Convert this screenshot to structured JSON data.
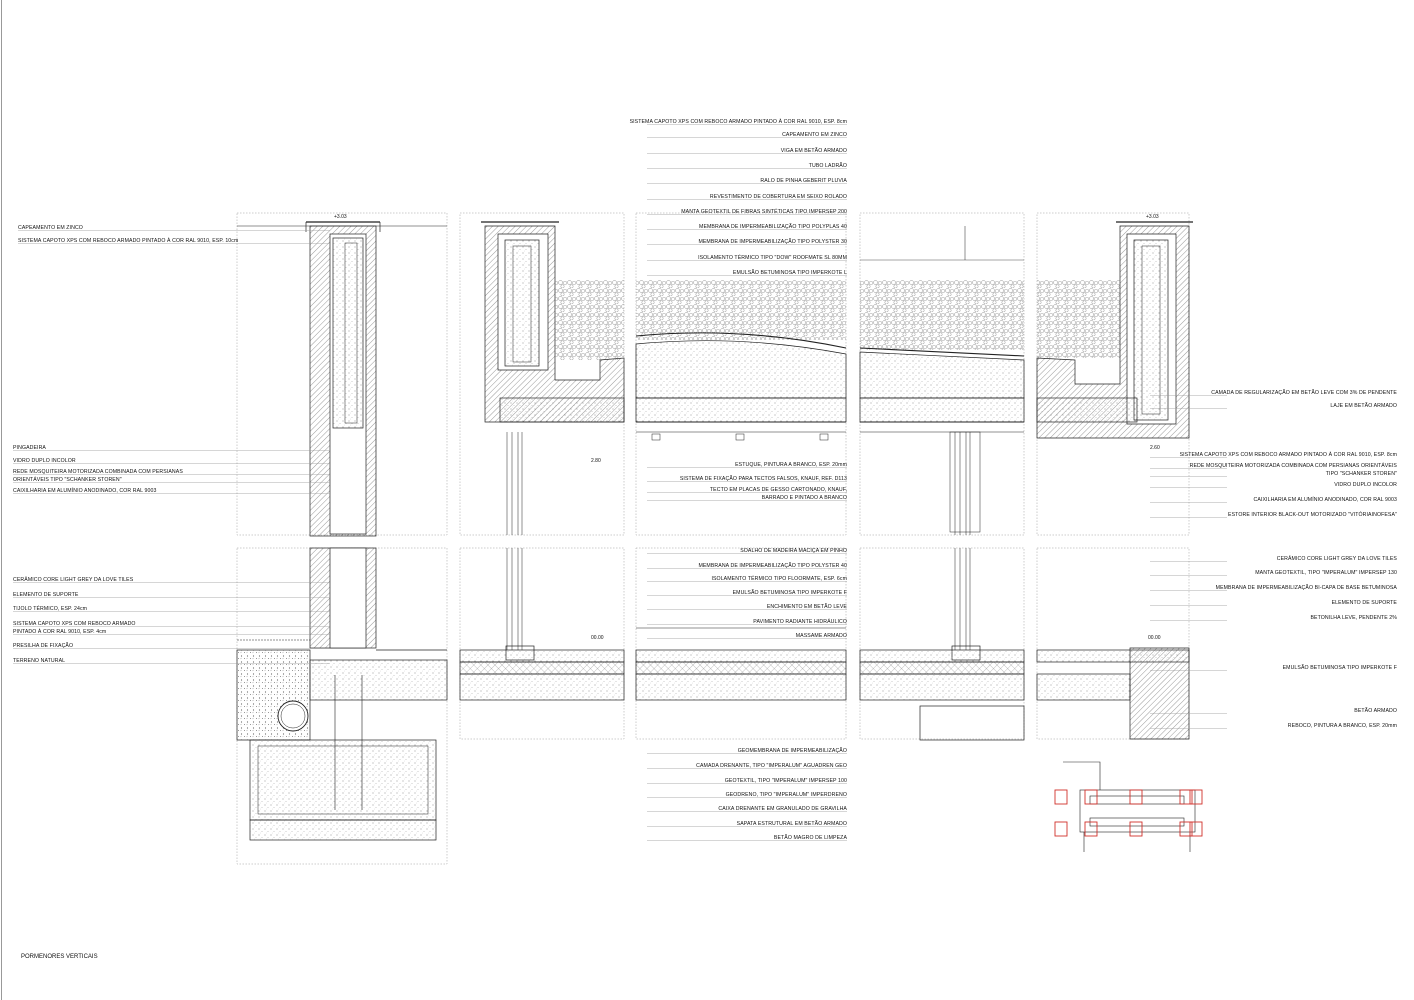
{
  "sheet_title": "PORMENORES VERTICAIS",
  "levels": {
    "top": "+3.03",
    "ceiling": "2.80",
    "floor": "00.00",
    "ceiling_right": "2.60"
  },
  "labels_left": [
    "CAPEAMENTO EM ZINCO",
    "SISTEMA CAPOTO XPS COM REBOCO ARMADO PINTADO À COR RAL 9010, ESP. 10cm",
    "PINGADEIRA",
    "VIDRO DUPLO INCOLOR",
    "REDE MOSQUITEIRA MOTORIZADA COMBINADA COM PERSIANAS",
    "ORIENTÁVEIS TIPO \"SCHANKER STOREN\"",
    "CAIXILHARIA EM ALUMÍNIO ANODINADO, COR RAL 9003",
    "CERÂMICO CORE LIGHT GREY DA LOVE TILES",
    "ELEMENTO DE SUPORTE",
    "TIJOLO TÉRMICO, ESP. 24cm",
    "SISTEMA CAPOTO XPS COM REBOCO ARMADO",
    "PINTADO À COR RAL 9010, ESP. 4cm",
    "PRESILHA DE FIXAÇÃO",
    "TERRENO NATURAL"
  ],
  "labels_center_top": [
    "SISTEMA CAPOTO XPS COM REBOCO ARMADO PINTADO À COR RAL 9010, ESP. 8cm",
    "CAPEAMENTO EM ZINCO",
    "VIGA EM BETÃO ARMADO",
    "TUBO LADRÃO",
    "RALO DE PINHA GEBERIT PLUVIA",
    "REVESTIMENTO DE COBERTURA EM SEIXO ROLADO",
    "MANTA GEOTEXTIL DE FIBRAS SINTÉTICAS TIPO IMPERSEP 200",
    "MEMBRANA DE IMPERMEABILIZAÇÃO TIPO POLYPLAS 40",
    "MEMBRANA DE IMPERMEABILIZAÇÃO TIPO POLYSTER 30",
    "ISOLAMENTO TÉRMICO TIPO \"DOW\" ROOFMATE SL 80MM",
    "EMULSÃO BETUMINOSA TIPO IMPERKOTE L"
  ],
  "labels_center_mid": [
    "ESTUQUE, PINTURA A BRANCO, ESP. 20mm",
    "SISTEMA DE FIXAÇÃO PARA TECTOS FALSOS, KNAUF, REF. D113",
    "TECTO EM PLACAS DE GESSO CARTONADO, KNAUF,",
    "BARRADO E PINTADO A BRANCO"
  ],
  "labels_center_floor": [
    "SOALHO DE MADEIRA MACIÇA EM PINHO",
    "MEMBRANA DE IMPERMEABILIZAÇÃO TIPO POLYSTER 40",
    "ISOLAMENTO TÉRMICO TIPO FLOORMATE, ESP. 6cm",
    "EMULSÃO BETUMINOSA TIPO IMPERKOTE F",
    "ENCHIMENTO EM BETÃO LEVE",
    "PAVIMENTO RADIANTE HIDRÁULICO",
    "MASSAME ARMADO"
  ],
  "labels_center_bottom": [
    "GEOMEMBRANA DE IMPERMEABILIZAÇÃO",
    "CAMADA DRENANTE, TIPO \"IMPERALUM\" AGUADREN GEO",
    "GEOTEXTIL, TIPO \"IMPERALUM\" IMPERSEP 100",
    "GEODRENO, TIPO \"IMPERALUM\" IMPERDRENO",
    "CAIXA DRENANTE EM GRANULADO DE GRAVILHA",
    "SAPATA ESTRUTURAL EM BETÃO ARMADO",
    "BETÃO MAGRO DE LIMPEZA"
  ],
  "labels_right_top": [
    "CAMADA DE REGULARIZAÇÃO EM BETÃO LEVE COM 3% DE PENDENTE",
    "LAJE EM BETÃO ARMADO",
    "SISTEMA CAPOTO XPS COM REBOCO ARMADO PINTADO À COR RAL 9010, ESP. 8cm",
    "REDE MOSQUITEIRA MOTORIZADA COMBINADA COM PERSIANAS ORIENTÁVEIS",
    "TIPO \"SCHANKER STOREN\"",
    "VIDRO DUPLO INCOLOR",
    "CAIXILHARIA EM ALUMÍNIO ANODINADO, COR RAL 9003",
    "ESTORE INTERIOR BLACK-OUT MOTORIZADO \"VITÓRIAINOFESA\""
  ],
  "labels_right_bottom": [
    "CERÂMICO CORE LIGHT GREY DA LOVE TILES",
    "MANTA GEOTEXTIL, TIPO \"IMPERALUM\" IMPERSEP 130",
    "MEMBRANA DE IMPERMEABILIZAÇÃO BI-CAPA DE BASE BETUMINOSA",
    "ELEMENTO DE SUPORTE",
    "BETONILHA LEVE, PENDENTE 2%",
    "EMULSÃO BETUMINOSA TIPO IMPERKOTE F",
    "BETÃO ARMADO",
    "REBOCO, PINTURA A BRANCO, ESP. 20mm"
  ],
  "colors": {
    "line": "#222222",
    "hatch": "#555555",
    "key_highlight": "#d0302b",
    "guide": "#9a9a9a"
  }
}
